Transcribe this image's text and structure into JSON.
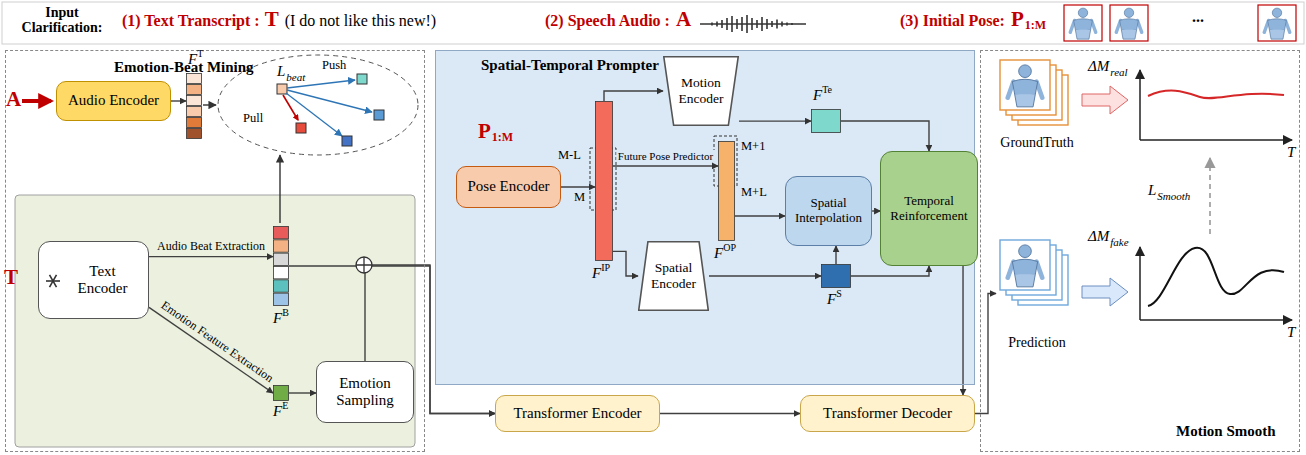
{
  "diagram": {
    "nodes": [
      {
        "text": [
          "Emotion-Beat Mining"
        ]
      },
      {
        "text": [
          "Audio Encoder"
        ],
        "in": 0
      },
      {
        "text": [
          "F",
          "T"
        ],
        "in": 0
      },
      {
        "text": [
          "Text Encoder"
        ],
        "in": 0
      },
      {
        "text": [
          "F",
          "B"
        ],
        "in": 0
      },
      {
        "text": [
          "F",
          "E"
        ],
        "in": 0
      },
      {
        "text": [
          "Emotion Sampling"
        ],
        "in": 0
      },
      {
        "text": [
          "Spatial-Temporal Prompter"
        ]
      },
      {
        "text": [
          "Pose Encoder"
        ],
        "in": 7
      },
      {
        "text": [
          "F",
          "IP"
        ],
        "in": 7
      },
      {
        "text": [
          "Motion Encoder"
        ],
        "in": 7
      },
      {
        "text": [
          "F",
          "Te"
        ],
        "in": 7
      },
      {
        "text": [
          "F",
          "OP"
        ],
        "in": 7
      },
      {
        "text": [
          "Spatial Encoder"
        ],
        "in": 7
      },
      {
        "text": [
          "F",
          "S"
        ],
        "in": 7
      },
      {
        "text": [
          "Spatial Interpolation"
        ],
        "in": 7
      },
      {
        "text": [
          "Temporal Reinforcement"
        ],
        "in": 7
      },
      {
        "text": [
          "Transformer Encoder"
        ]
      },
      {
        "text": [
          "Transformer Decoder"
        ]
      },
      {
        "text": [
          "Motion Smooth"
        ]
      },
      {
        "text": [
          "GroundTruth"
        ],
        "in": 19
      },
      {
        "text": [
          "Prediction"
        ],
        "in": 19
      }
    ],
    "edges": [
      {
        "from": 1,
        "to": 2,
        "arrow": "to"
      },
      {
        "from": 3,
        "to": 4,
        "label": "Audio Beat Extraction",
        "arrow": "to"
      },
      {
        "from": 3,
        "to": 5,
        "label": "Emotion Feature Extraction",
        "arrow": "to"
      },
      {
        "from": 5,
        "to": 6,
        "arrow": "to"
      },
      {
        "from": 4,
        "to": 17,
        "arrow": "to"
      },
      {
        "from": 6,
        "to": 17,
        "arrow": "to"
      },
      {
        "from": 8,
        "to": 9,
        "arrow": "to"
      },
      {
        "from": 9,
        "to": 10,
        "arrow": "to"
      },
      {
        "from": 9,
        "to": 12,
        "label": "Future Pose Predictor",
        "arrow": "to"
      },
      {
        "from": 9,
        "to": 13,
        "arrow": "to"
      },
      {
        "from": 10,
        "to": 11,
        "arrow": "to"
      },
      {
        "from": 11,
        "to": 16,
        "arrow": "to"
      },
      {
        "from": 13,
        "to": 14,
        "arrow": "to"
      },
      {
        "from": 12,
        "to": 15,
        "arrow": "to"
      },
      {
        "from": 14,
        "to": 15,
        "arrow": "to"
      },
      {
        "from": 14,
        "to": 16,
        "arrow": "to"
      },
      {
        "from": 15,
        "to": 16,
        "arrow": "to"
      },
      {
        "from": 16,
        "to": 18,
        "arrow": "to"
      },
      {
        "from": 17,
        "to": 18,
        "arrow": "to"
      },
      {
        "from": 18,
        "to": 21,
        "arrow": "to"
      }
    ],
    "labels": [
      "Input Clarification:",
      "(1) Text Transcript :",
      "T",
      "(I do not like this new!)",
      "(2) Speech Audio :",
      "A",
      "(3) Initial Pose:",
      "P",
      "1:M",
      "...",
      "A",
      "L",
      "beat",
      "Pull",
      "Push",
      "T",
      "P",
      "1:M",
      "M-L",
      "M",
      "M+1",
      "M+L",
      "ΔM",
      "real",
      "T",
      "L",
      "Smooth",
      "ΔM",
      "fake",
      "T"
    ]
  }
}
